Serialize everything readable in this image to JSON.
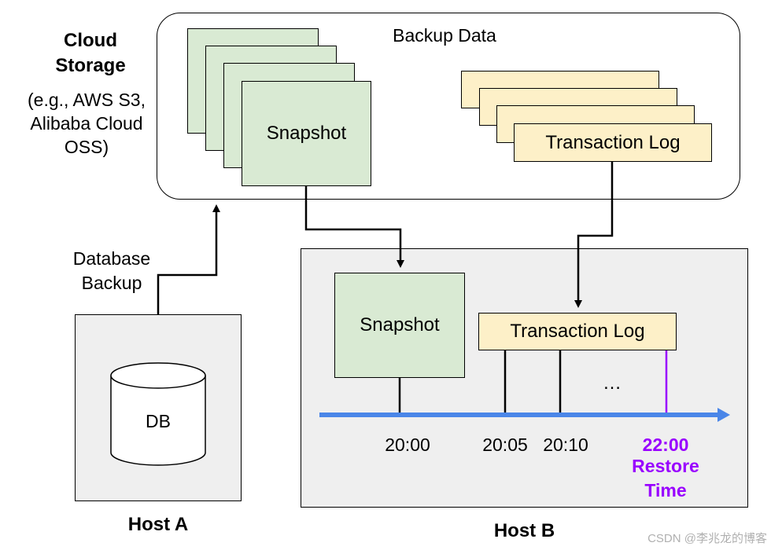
{
  "cloud": {
    "title_line1": "Cloud",
    "title_line2": "Storage",
    "examples_line1": "(e.g., AWS S3,",
    "examples_line2": "Alibaba Cloud",
    "examples_line3": "OSS)",
    "backup_data_label": "Backup Data",
    "snapshot_label": "Snapshot",
    "translog_label": "Transaction Log"
  },
  "host_a": {
    "label": "Host A",
    "db_label": "DB",
    "backup_label_line1": "Database",
    "backup_label_line2": "Backup"
  },
  "host_b": {
    "label": "Host B",
    "snapshot_label": "Snapshot",
    "translog_label": "Transaction Log",
    "ellipsis": "…",
    "times": [
      "20:00",
      "20:05",
      "20:10"
    ],
    "restore_time": "22:00",
    "restore_line1": "Restore",
    "restore_line2": "Time"
  },
  "colors": {
    "snapshot_fill": "#d9ead3",
    "translog_fill": "#fdf0c8",
    "host_fill": "#efefef",
    "timeline": "#4a86e8",
    "restore": "#9900ff"
  },
  "watermark": "CSDN @李兆龙的博客"
}
